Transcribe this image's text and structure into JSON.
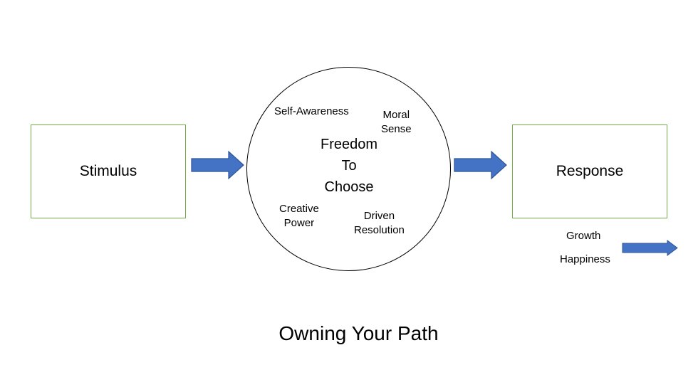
{
  "diagram": {
    "stimulus": "Stimulus",
    "response": "Response",
    "center": {
      "line1": "Freedom",
      "line2": "To",
      "line3": "Choose"
    },
    "traits": {
      "self_awareness": "Self-Awareness",
      "moral_line1": "Moral",
      "moral_line2": "Sense",
      "creative_line1": "Creative",
      "creative_line2": "Power",
      "driven_line1": "Driven",
      "driven_line2": "Resolution"
    },
    "outcomes": {
      "growth": "Growth",
      "happiness": "Happiness"
    },
    "title": "Owning Your Path",
    "colors": {
      "arrow_fill": "#4472c4",
      "arrow_stroke": "#2f5597",
      "box_border": "#70ad47"
    }
  }
}
